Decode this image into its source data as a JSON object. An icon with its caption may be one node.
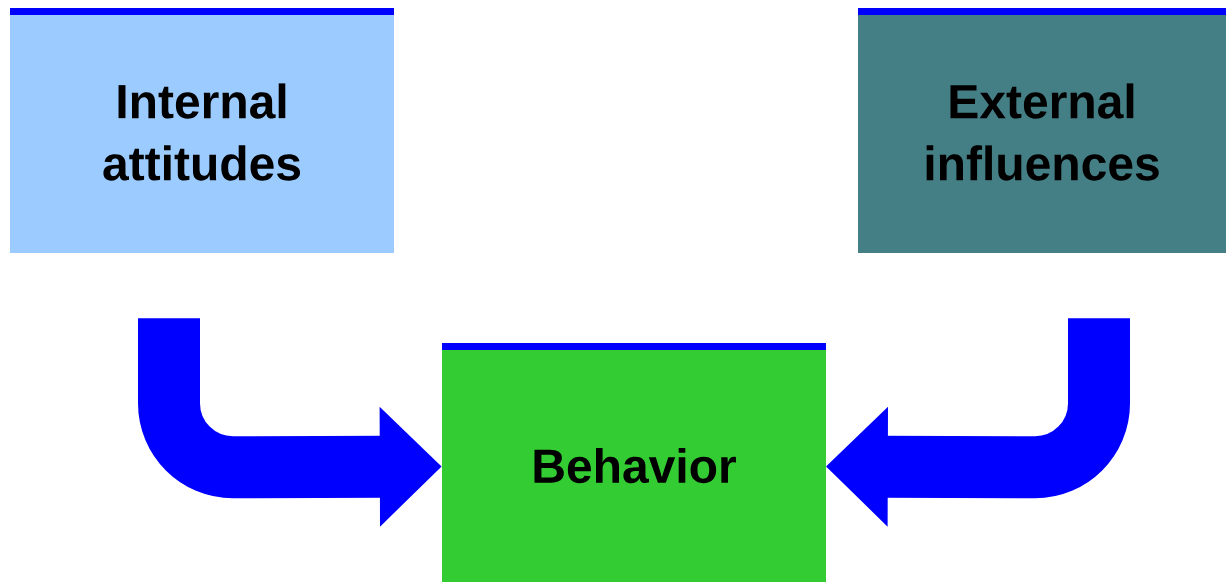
{
  "diagram": {
    "nodes": [
      {
        "text": [
          "Internal attitudes"
        ]
      },
      {
        "text": [
          "External influences"
        ]
      },
      {
        "text": [
          "Behavior"
        ]
      }
    ],
    "edges": [
      {
        "from": 0,
        "to": 2,
        "arrow": "to"
      },
      {
        "from": 1,
        "to": 2,
        "arrow": "to"
      }
    ]
  }
}
